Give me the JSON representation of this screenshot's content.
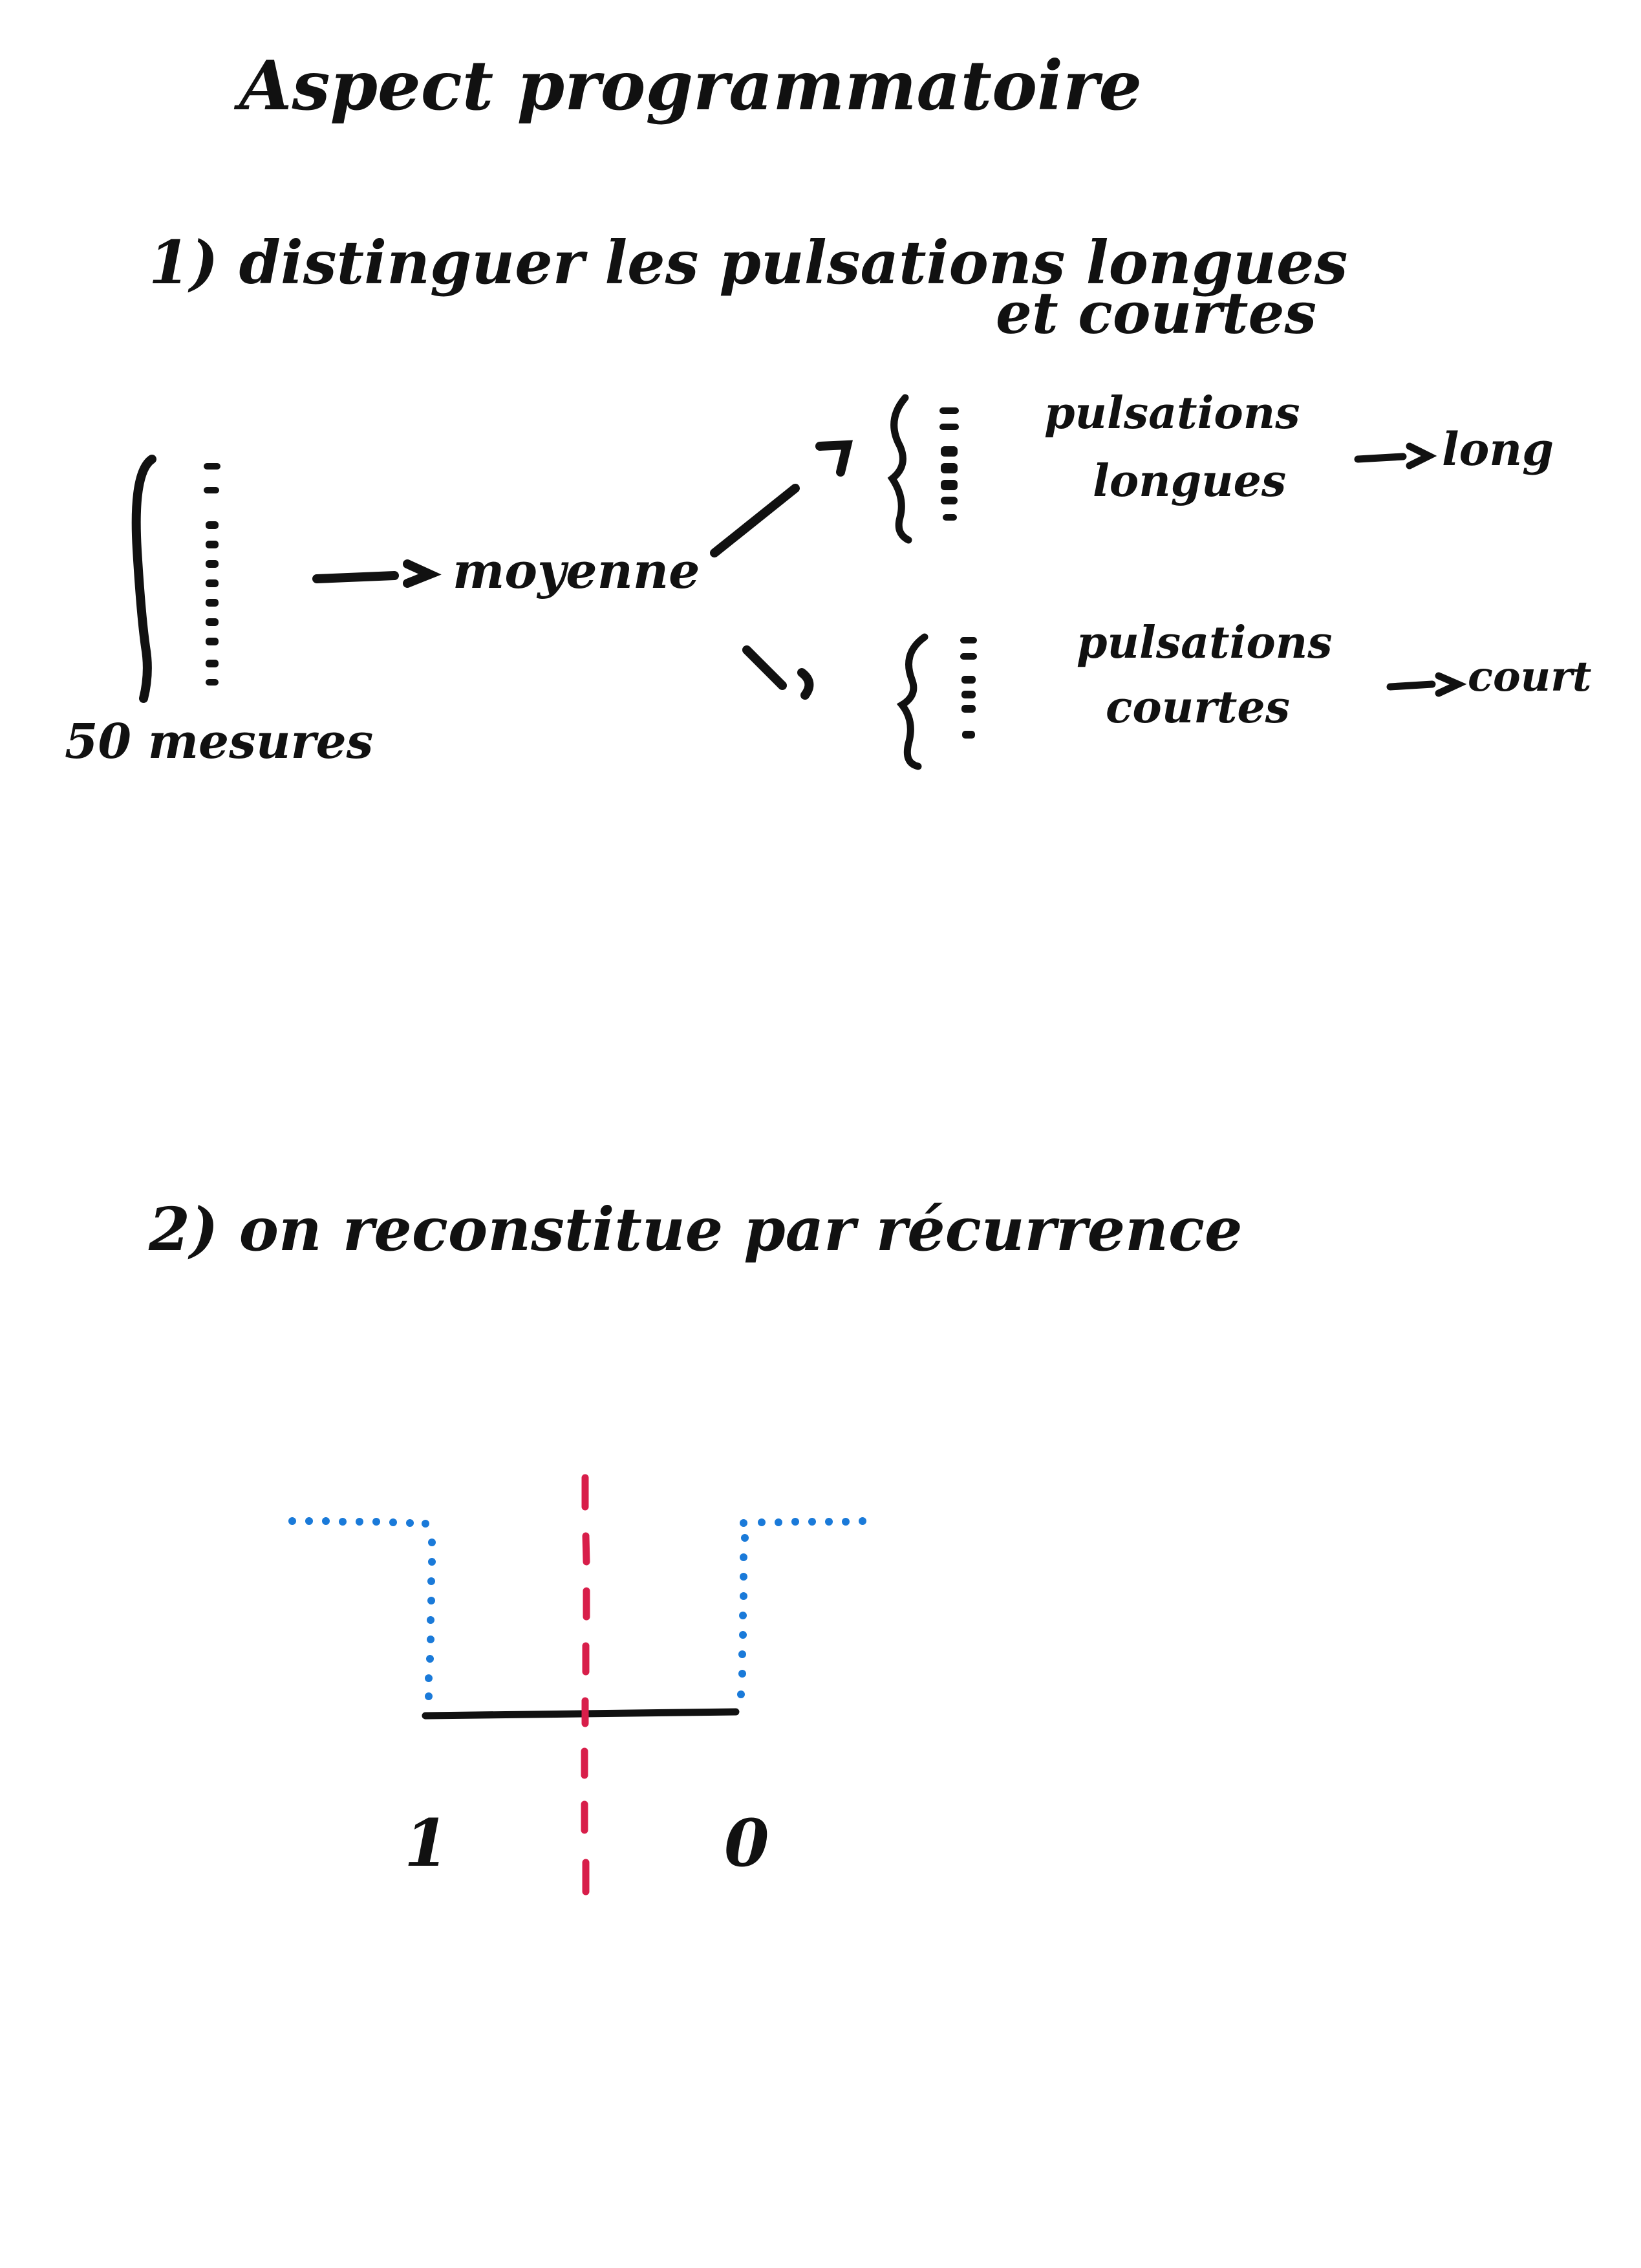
{
  "title": "Aspect programmatoire",
  "step1": {
    "heading": "1) distinguer les pulsations longues",
    "heading_cont": "et courtes",
    "measures_label": "50 mesures",
    "average_label": "moyenne",
    "long_group_label": "pulsations",
    "long_group_label2": "longues",
    "long_result": "long",
    "short_group_label": "pulsations",
    "short_group_label2": "courtes",
    "short_result": "court"
  },
  "step2": {
    "heading": "2) on reconstitue par récurrence",
    "left_bit": "1",
    "right_bit": "0"
  },
  "colors": {
    "ink": "#111111",
    "blue_dots": "#1a7ad9",
    "red_dashes": "#d81e4a"
  }
}
